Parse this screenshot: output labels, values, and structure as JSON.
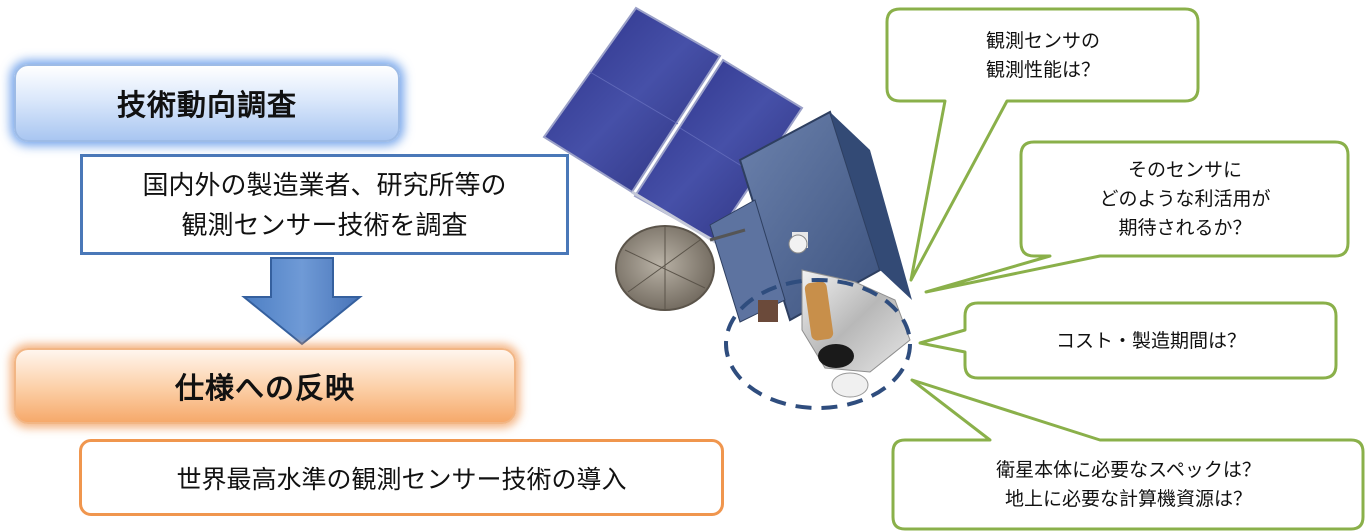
{
  "left": {
    "survey_title": "技術動向調査",
    "survey_desc_line1": "国内外の製造業者、研究所等の",
    "survey_desc_line2": "観測センサー技術を調査",
    "spec_title": "仕様への反映",
    "spec_desc": "世界最高水準の観測センサー技術の導入"
  },
  "callouts": {
    "c1_line1": "観測センサの",
    "c1_line2": "観測性能は？",
    "c2_line1": "そのセンサに",
    "c2_line2": "どのような利活用が",
    "c2_line3": "期待されるか？",
    "c3_line1": "コスト・製造期間は？",
    "c4_line1": "衛星本体に必要なスペックは？",
    "c4_line2": "地上に必要な計算機資源は？"
  },
  "colors": {
    "survey_accent": "#4a78b8",
    "spec_accent": "#f0964e",
    "callout_border": "#8ab04a",
    "sensor_circle": "#2f4d7e"
  },
  "icons": {
    "arrow": "down-arrow-icon",
    "satellite": "satellite-illustration"
  }
}
